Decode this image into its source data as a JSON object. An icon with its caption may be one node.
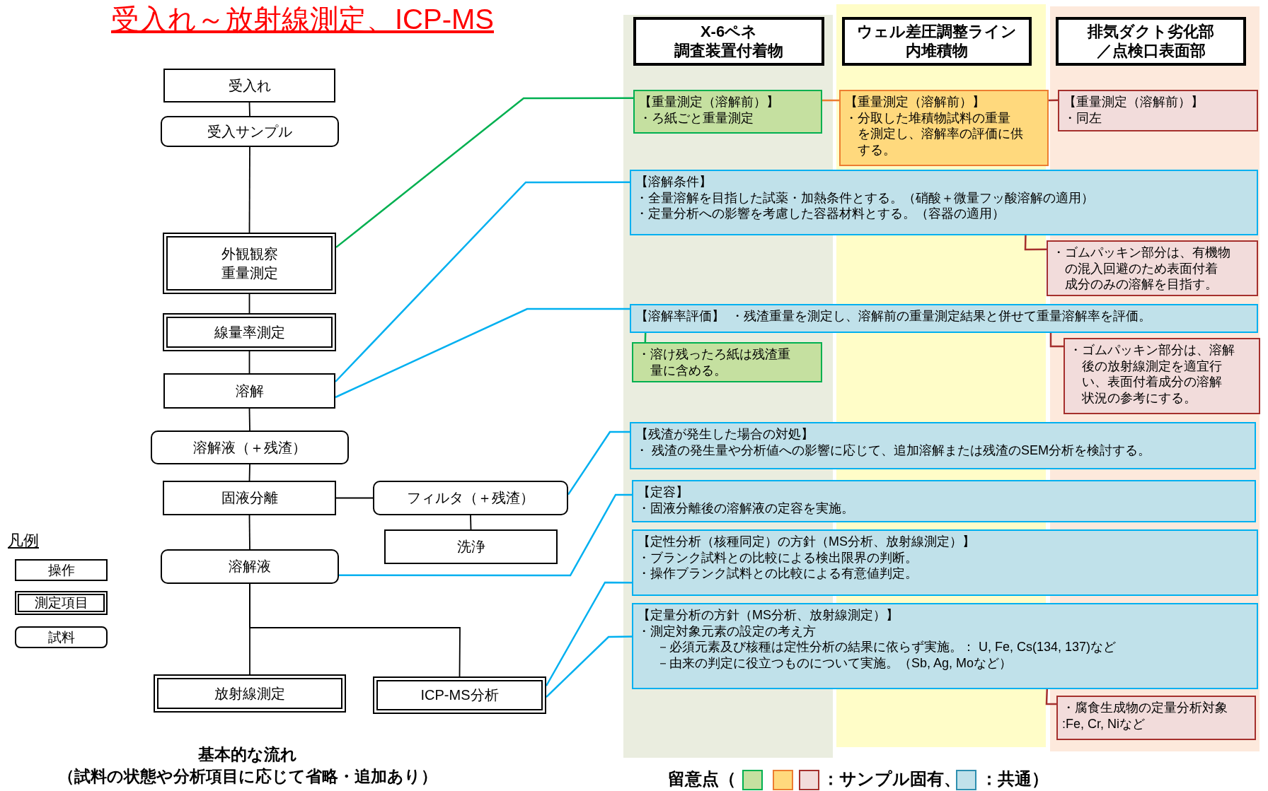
{
  "diagram": {
    "title": "受入れ～放射線測定、ICP-MS",
    "caption": "基本的な流れ",
    "nodes": [
      {
        "text": [
          "受入れ"
        ]
      },
      {
        "text": [
          "受入サンプル"
        ]
      },
      {
        "text": [
          "外観観察重量測定"
        ]
      },
      {
        "text": [
          "線量率測定"
        ]
      },
      {
        "text": [
          "溶解"
        ]
      },
      {
        "text": [
          "溶解液（＋残渣）"
        ]
      },
      {
        "text": [
          "固液分離"
        ]
      },
      {
        "text": [
          "フィルタ（＋残渣）"
        ]
      },
      {
        "text": [
          "洗浄"
        ]
      },
      {
        "text": [
          "溶解液"
        ]
      },
      {
        "text": [
          "放射線測定"
        ]
      },
      {
        "text": [
          "ICP-MS分析"
        ]
      },
      {
        "text": [
          "X-6ペネ調査装置付着物"
        ]
      },
      {
        "text": [
          "ウェル差圧調整ライン内堆積物"
        ]
      },
      {
        "text": [
          "排気ダクト劣化部／点検口表面部"
        ]
      },
      {
        "text": [
          "【重量測定（溶解前）】",
          "・ろ紙ごと重量測定"
        ]
      },
      {
        "text": [
          "【重量測定（溶解前）】",
          "・分取した堆積物試料の重量を測定し、溶解率の評価に供する。"
        ]
      },
      {
        "text": [
          "【重量測定（溶解前）】",
          "・同左"
        ]
      },
      {
        "text": [
          "【溶解条件】",
          "・全量溶解を目指した試薬・加熱条件とする。（硝酸＋微量フッ酸溶解の適用）",
          "・定量分析への影響を考慮した容器材料とする。（容器の適用）"
        ]
      },
      {
        "text": [
          "・ゴムパッキン部分は、有機物の混入回避のため表面付着成分のみの溶解を目指す。"
        ]
      },
      {
        "text": [
          "【溶解率評価】",
          "・残渣重量を測定し、溶解前の重量測定結果と併せて重量溶解率を評価。"
        ]
      },
      {
        "text": [
          "・溶け残ったろ紙は残渣重量に含める。"
        ]
      },
      {
        "text": [
          "・ゴムパッキン部分は、溶解後の放射線測定を適宜行い、表面付着成分の溶解状況の参考にする。"
        ]
      },
      {
        "text": [
          "【残渣が発生した場合の対処】",
          "・ 残渣の発生量や分析値への影響に応じて、追加溶解または残渣のSEM分析を検討する。"
        ]
      },
      {
        "text": [
          "【定容】",
          "・固液分離後の溶解液の定容を実施。"
        ]
      },
      {
        "text": [
          "【定性分析（核種同定）の方針（MS分析、放射線測定）】",
          "・ブランク試料との比較による検出限界の判断。",
          "・操作ブランク試料との比較による有意値判定。"
        ]
      },
      {
        "text": [
          "【定量分析の方針（MS分析、放射線測定）】",
          "・測定対象元素の設定の考え方",
          "－必須元素及び核種は定性分析の結果に依らず実施。： U, Fe, Cs(134, 137)など",
          "－由来の判定に役立つものについて実施。（Sb, Ag, Moなど）"
        ]
      },
      {
        "text": [
          "・腐食生成物の定量分析対象:Fe, Cr, Niなど"
        ]
      }
    ],
    "edges": [
      {
        "from": 0,
        "to": 1,
        "arrow": "none"
      },
      {
        "from": 1,
        "to": 2,
        "arrow": "none"
      },
      {
        "from": 2,
        "to": 3,
        "arrow": "none"
      },
      {
        "from": 3,
        "to": 4,
        "arrow": "none"
      },
      {
        "from": 4,
        "to": 5,
        "arrow": "none"
      },
      {
        "from": 5,
        "to": 6,
        "arrow": "none"
      },
      {
        "from": 6,
        "to": 7,
        "arrow": "none"
      },
      {
        "from": 7,
        "to": 8,
        "arrow": "none"
      },
      {
        "from": 6,
        "to": 9,
        "arrow": "none"
      },
      {
        "from": 9,
        "to": 10,
        "arrow": "none"
      },
      {
        "from": 9,
        "to": 11,
        "arrow": "none"
      },
      {
        "from": 2,
        "to": 15,
        "arrow": "none",
        "color": "#00b050"
      },
      {
        "from": 15,
        "to": 16,
        "arrow": "none",
        "color": "#ed7d31"
      },
      {
        "from": 16,
        "to": 17,
        "arrow": "none",
        "color": "#a5302d"
      },
      {
        "from": 4,
        "to": 18,
        "arrow": "none",
        "color": "#00b0f0"
      },
      {
        "from": 18,
        "to": 19,
        "arrow": "none",
        "color": "#a5302d"
      },
      {
        "from": 4,
        "to": 20,
        "arrow": "none",
        "color": "#00b0f0"
      },
      {
        "from": 20,
        "to": 21,
        "arrow": "none",
        "color": "#00b050"
      },
      {
        "from": 20,
        "to": 22,
        "arrow": "none",
        "color": "#a5302d"
      },
      {
        "from": 7,
        "to": 23,
        "arrow": "none",
        "color": "#00b0f0"
      },
      {
        "from": 9,
        "to": 24,
        "arrow": "none",
        "color": "#00b0f0"
      },
      {
        "from": 11,
        "to": 25,
        "arrow": "none",
        "color": "#00b0f0"
      },
      {
        "from": 11,
        "to": 26,
        "arrow": "none",
        "color": "#00b0f0"
      },
      {
        "from": 26,
        "to": 27,
        "arrow": "none",
        "color": "#a5302d"
      }
    ],
    "labels": [
      "凡例",
      "（試料の状態や分析項目に応じて省略・追加あり）",
      "留意点（"
    ],
    "legend": [
      {
        "text": "操作"
      },
      {
        "text": "測定項目"
      },
      {
        "text": "試料"
      },
      {
        "text": "：サンプル固有、",
        "color": "#c5e0a0"
      },
      {
        "text": "：共通）",
        "color": "#c0e1ea"
      }
    ]
  }
}
